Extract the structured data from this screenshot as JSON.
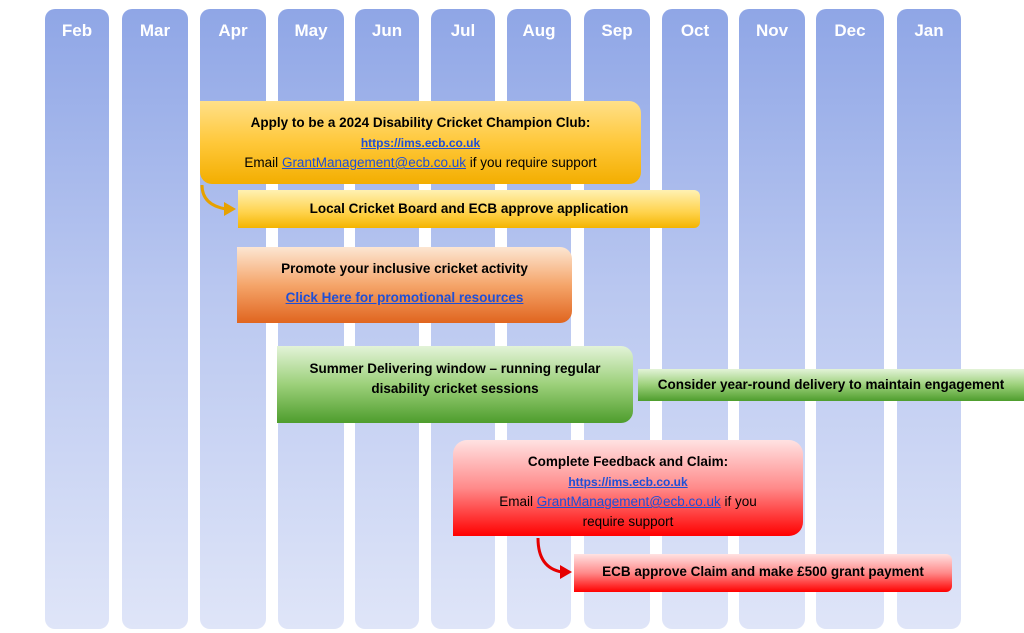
{
  "months": [
    "Feb",
    "Mar",
    "Apr",
    "May",
    "Jun",
    "Jul",
    "Aug",
    "Sep",
    "Oct",
    "Nov",
    "Dec",
    "Jan"
  ],
  "colors": {
    "column": "#9fb3ec",
    "apply": "#ffc83a",
    "approve": "#ffd24a",
    "promote": "#e97b35",
    "summer": "#6eb548",
    "claim": "#ff3b3b",
    "link": "#1f4fd6"
  },
  "apply": {
    "title": "Apply to be a 2024 Disability Cricket Champion Club:",
    "link": "https://ims.ecb.co.uk",
    "email_prefix": "Email ",
    "email_link": "GrantManagement@ecb.co.uk",
    "email_suffix": " if you require support"
  },
  "approve": {
    "text": "Local Cricket Board and ECB approve application"
  },
  "promote": {
    "title": "Promote your inclusive cricket activity",
    "link": "Click Here for promotional resources"
  },
  "summer": {
    "line1": "Summer Delivering window – running regular",
    "line2": "disability cricket sessions"
  },
  "yearround": {
    "text": "Consider year-round delivery to maintain engagement"
  },
  "claim": {
    "title": "Complete Feedback and Claim:",
    "link": "https://ims.ecb.co.uk",
    "email_prefix": "Email ",
    "email_link": "GrantManagement@ecb.co.uk",
    "email_suffix": " if you",
    "line4": "require support"
  },
  "payment": {
    "text": "ECB approve Claim and make £500 grant payment"
  }
}
